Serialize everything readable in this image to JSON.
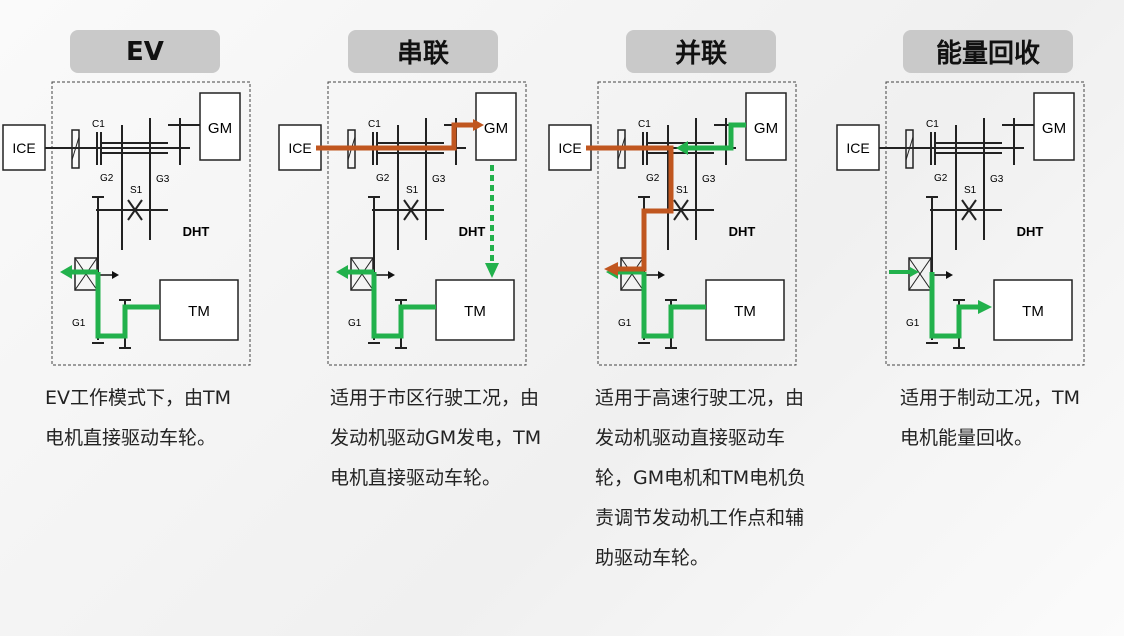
{
  "modes": [
    {
      "title": "EV",
      "desc": "EV工作模式下，由TM电机直接驱动车轮。"
    },
    {
      "title": "串联",
      "desc": "适用于市区行驶工况，由发动机驱动GM发电，TM电机直接驱动车轮。"
    },
    {
      "title": "并联",
      "desc": "适用于高速行驶工况，由发动机驱动直接驱动车轮，GM电机和TM电机负责调节发动机工作点和辅助驱动车轮。"
    },
    {
      "title": "能量回收",
      "desc": "适用于制动工况，TM电机能量回收。"
    }
  ],
  "labels": {
    "ice": "ICE",
    "gm": "GM",
    "tm": "TM",
    "dht": "DHT",
    "c1": "C1",
    "g1": "G1",
    "g2": "G2",
    "g3": "G3",
    "s1": "S1"
  },
  "colors": {
    "engine_path": "#c0561f",
    "electric_path": "#22b14c"
  }
}
